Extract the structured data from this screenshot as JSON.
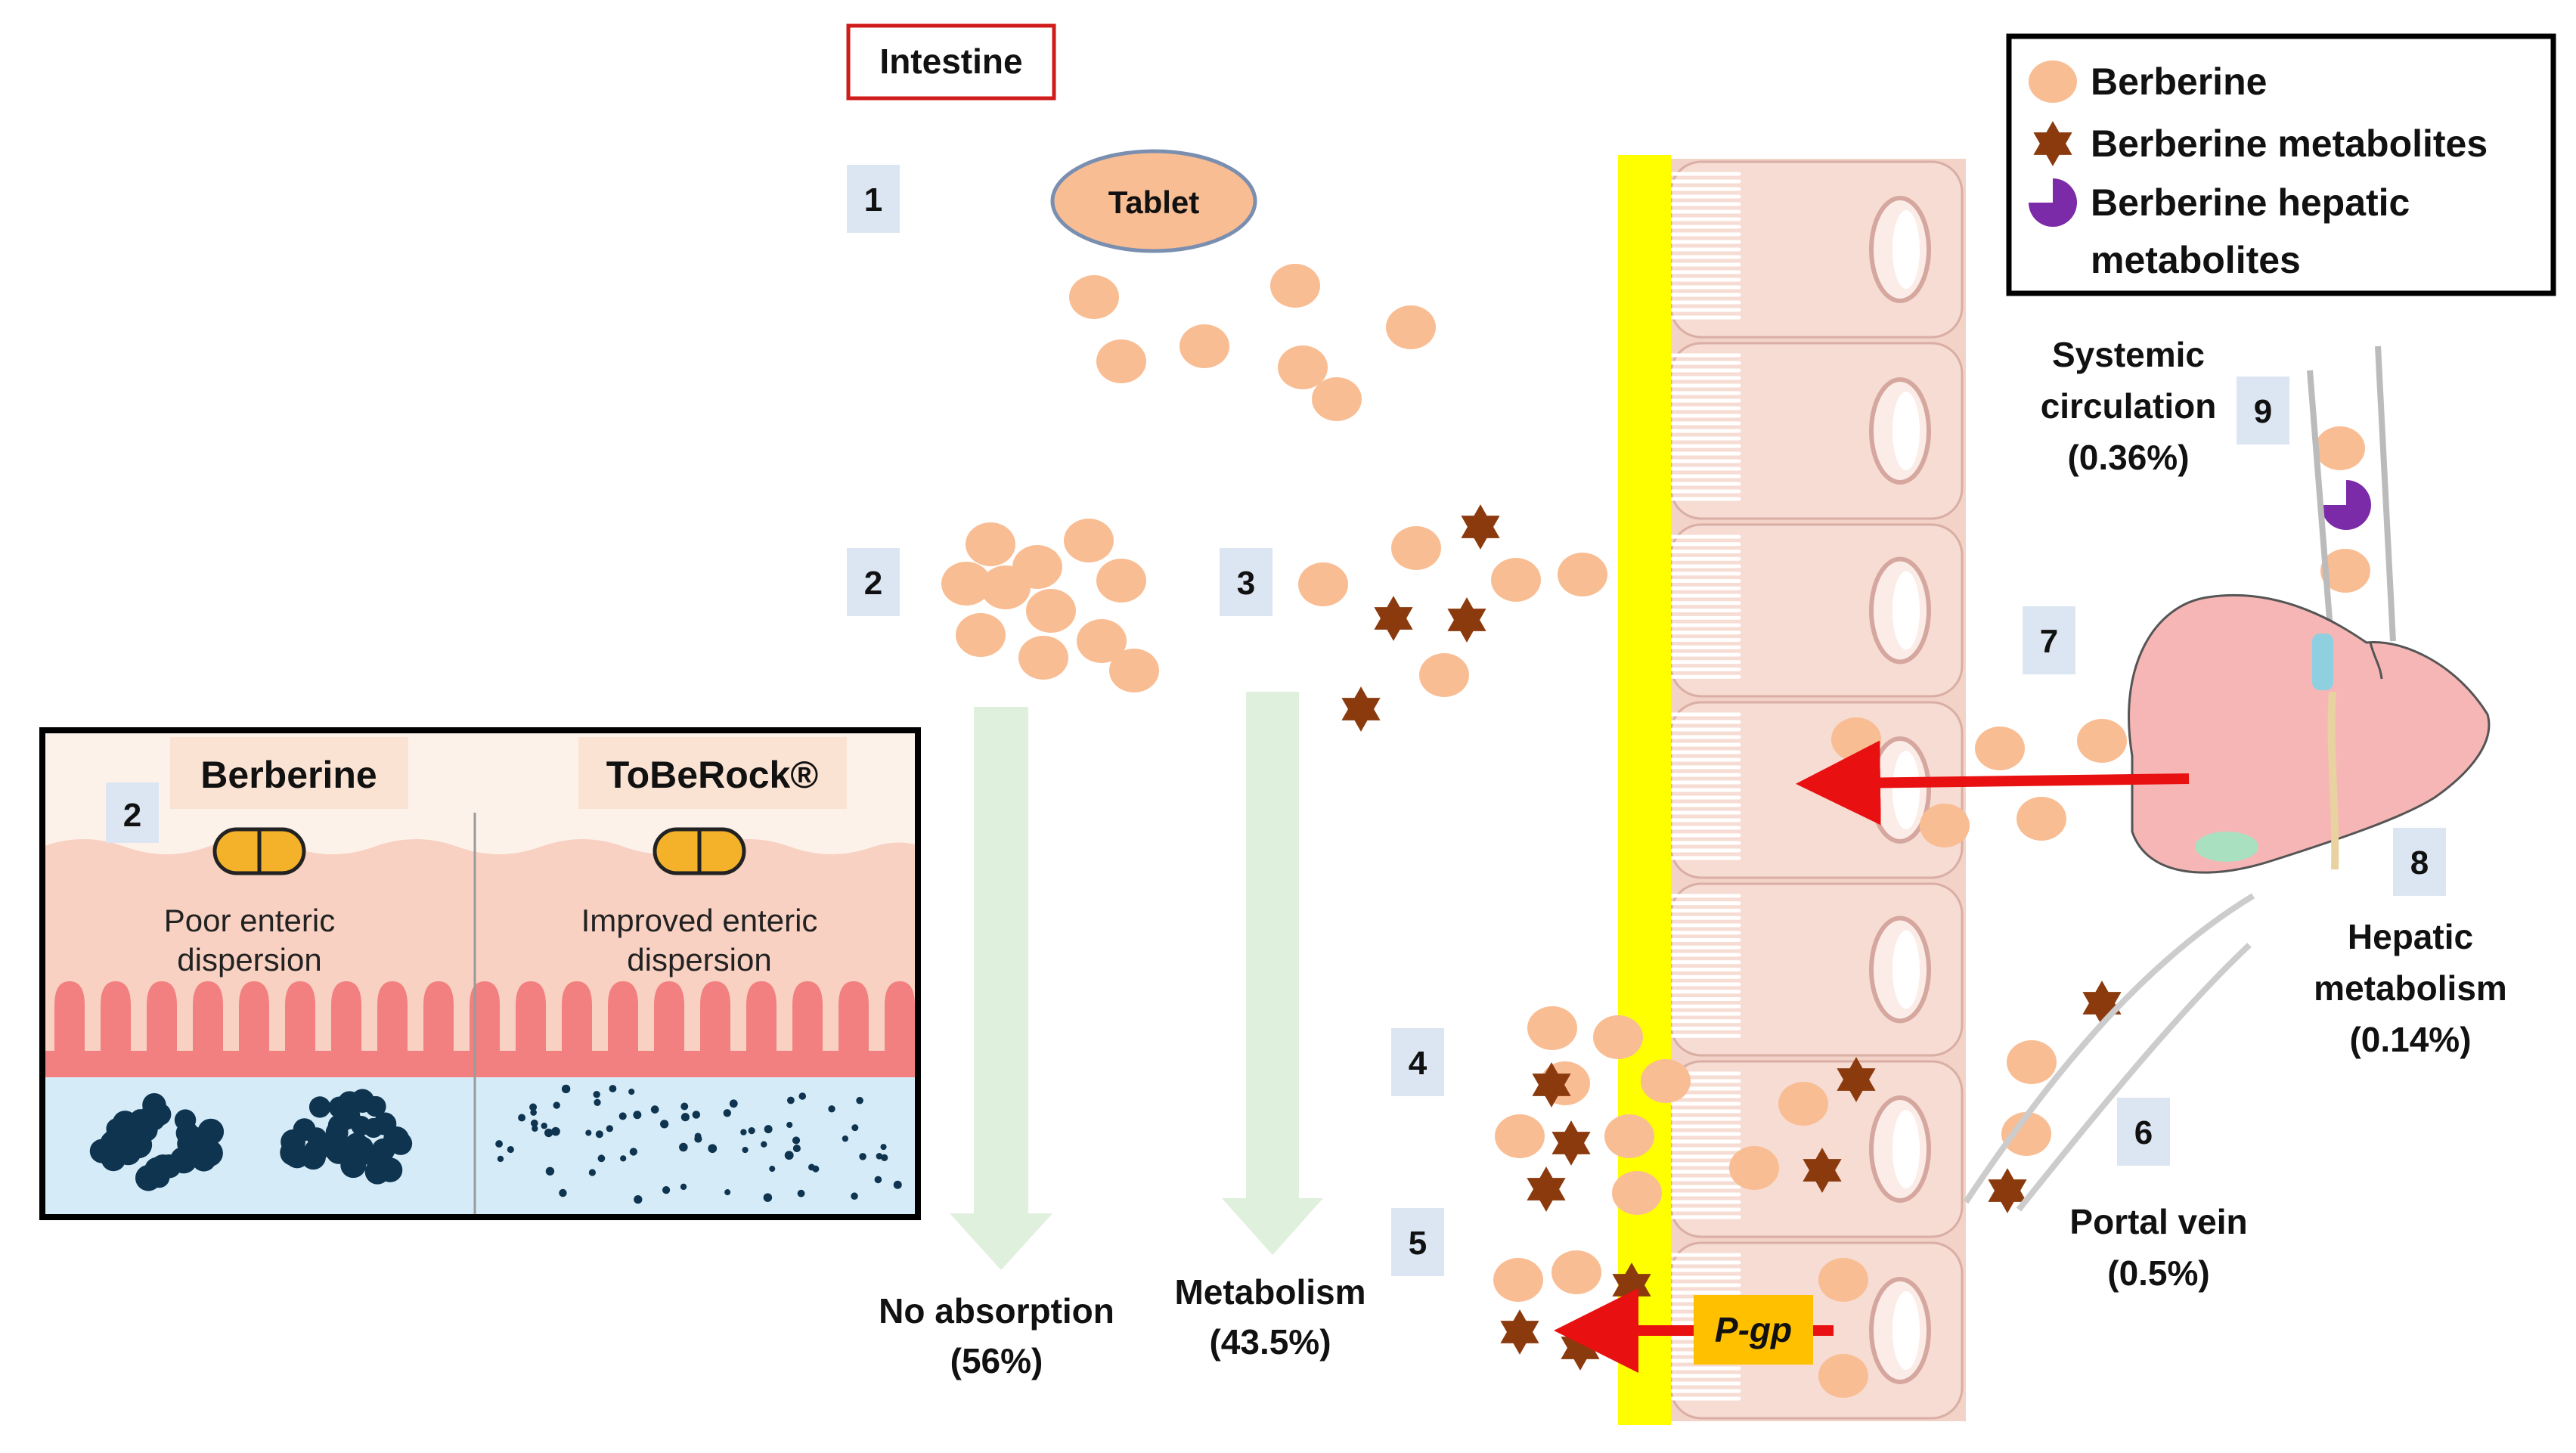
{
  "intestine_label": "Intestine",
  "tablet_label": "Tablet",
  "legend": {
    "items": [
      {
        "kind": "circle",
        "lines": [
          "Berberine"
        ]
      },
      {
        "kind": "star",
        "lines": [
          "Berberine metabolites"
        ]
      },
      {
        "kind": "pacman",
        "lines": [
          "Berberine hepatic",
          "metabolites"
        ]
      }
    ]
  },
  "steps": [
    "1",
    "2",
    "3",
    "4",
    "5",
    "6",
    "7",
    "8",
    "9"
  ],
  "outcomes": {
    "no_absorption": [
      "No absorption",
      "(56%)"
    ],
    "metabolism": [
      "Metabolism",
      "(43.5%)"
    ],
    "portal_vein": [
      "Portal vein",
      "(0.5%)"
    ],
    "hepatic": [
      "Hepatic",
      "metabolism",
      "(0.14%)"
    ],
    "systemic": [
      "Systemic",
      "circulation",
      "(0.36%)"
    ]
  },
  "pgp_label": "P-gp",
  "inset": {
    "step": "2",
    "left_title": "Berberine",
    "right_title": "ToBeRock®",
    "left_caption": [
      "Poor enteric",
      "dispersion"
    ],
    "right_caption": [
      "Improved enteric",
      "dispersion"
    ]
  },
  "colors": {
    "berberine": "#f9bd93",
    "metabolite": "#8b3a0e",
    "hepatic_metabolite": "#7b2aa8",
    "barrier": "#ffff00",
    "arrow": "#e81010",
    "down_arrow": "#dff0dc",
    "step_box": "#dce6f2"
  }
}
